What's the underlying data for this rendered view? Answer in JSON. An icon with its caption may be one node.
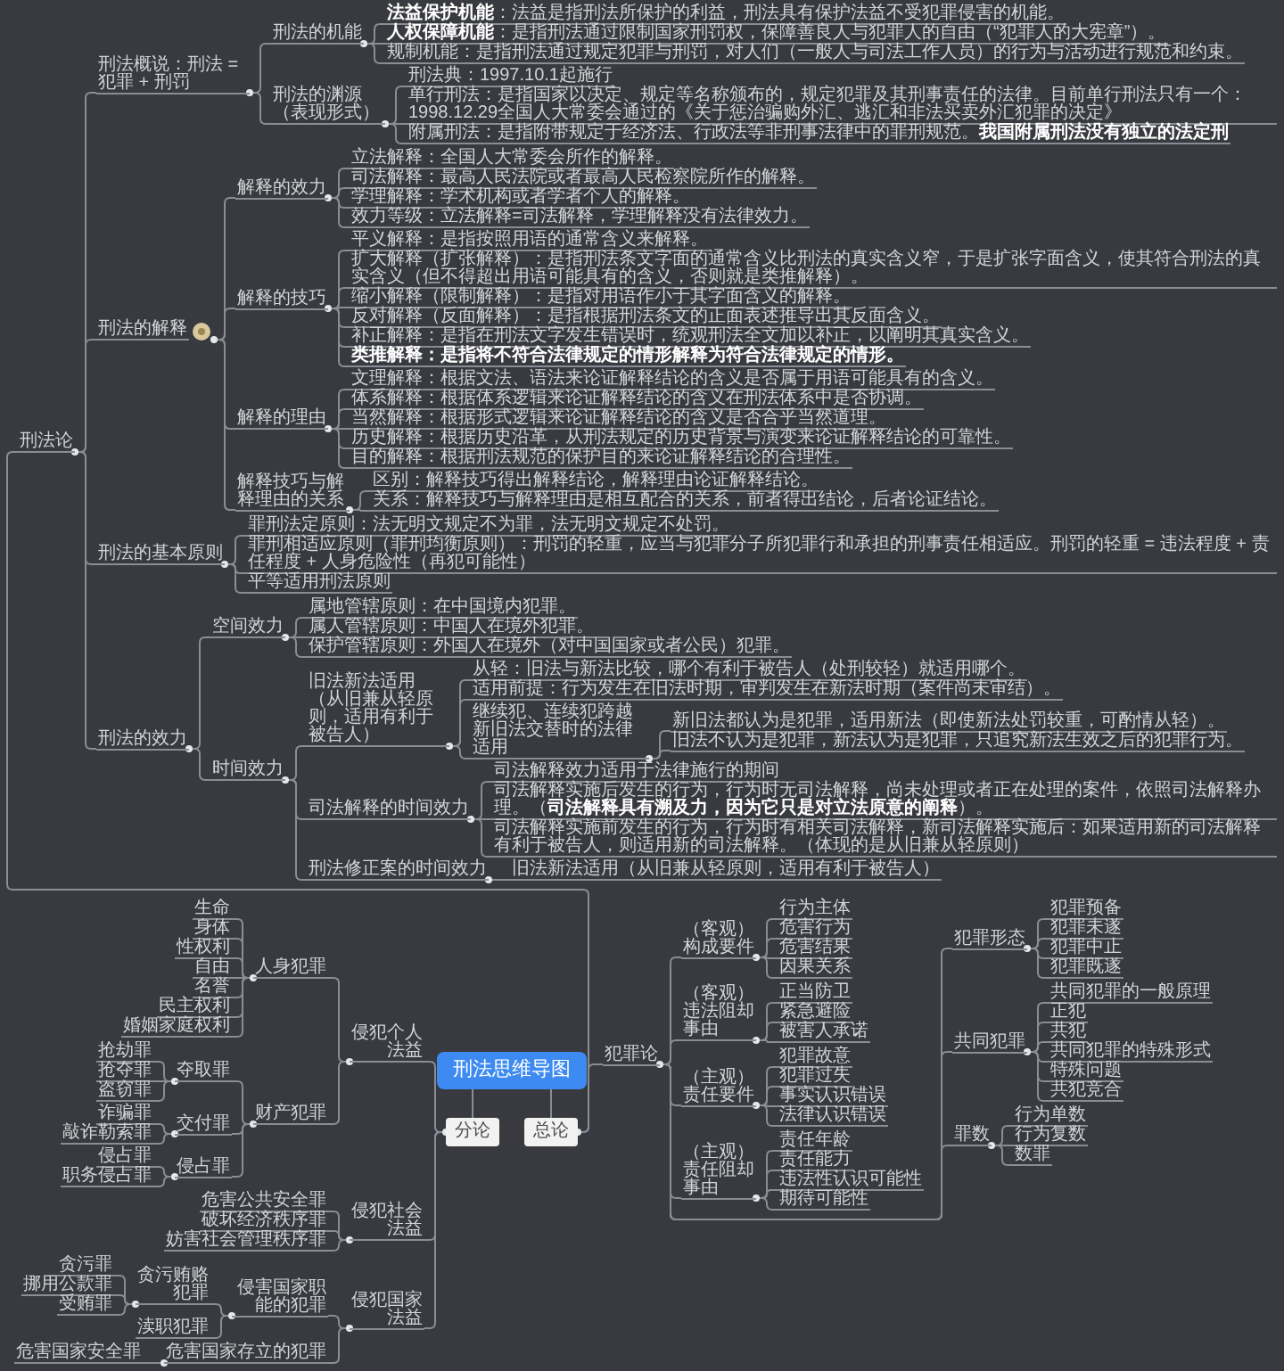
{
  "diagram": {
    "nodes": [
      {
        "text": [
          "刑法思维导图"
        ]
      },
      {
        "text": [
          "分论"
        ]
      },
      {
        "text": [
          "侵犯个人法益"
        ]
      },
      {
        "text": [
          "人身犯罪"
        ]
      },
      {
        "text": [
          "生命"
        ]
      },
      {
        "text": [
          "身体"
        ]
      },
      {
        "text": [
          "性权利"
        ]
      },
      {
        "text": [
          "自由"
        ]
      },
      {
        "text": [
          "名誉"
        ]
      },
      {
        "text": [
          "民主权利"
        ]
      },
      {
        "text": [
          "婚姻家庭权利"
        ]
      },
      {
        "text": [
          "财产犯罪"
        ]
      },
      {
        "text": [
          "夺取罪"
        ]
      },
      {
        "text": [
          "抢劫罪"
        ]
      },
      {
        "text": [
          "抢夺罪"
        ]
      },
      {
        "text": [
          "盗窃罪"
        ]
      },
      {
        "text": [
          "交付罪"
        ]
      },
      {
        "text": [
          "诈骗罪"
        ]
      },
      {
        "text": [
          "敲诈勒索罪"
        ]
      },
      {
        "text": [
          "侵占罪"
        ]
      },
      {
        "text": [
          "侵占罪"
        ]
      },
      {
        "text": [
          "职务侵占罪"
        ]
      },
      {
        "text": [
          "侵犯社会法益"
        ]
      },
      {
        "text": [
          "危害公共安全罪"
        ]
      },
      {
        "text": [
          "破坏经济秩序罪"
        ]
      },
      {
        "text": [
          "妨害社会管理秩序罪"
        ]
      },
      {
        "text": [
          "侵犯国家法益"
        ]
      },
      {
        "text": [
          "侵害国家职能的犯罪"
        ]
      },
      {
        "text": [
          "贪污贿赂犯罪"
        ]
      },
      {
        "text": [
          "贪污罪"
        ]
      },
      {
        "text": [
          "挪用公款罪"
        ]
      },
      {
        "text": [
          "受贿罪"
        ]
      },
      {
        "text": [
          "渎职犯罪"
        ]
      },
      {
        "text": [
          "危害国家存立的犯罪"
        ]
      },
      {
        "text": [
          "危害国家安全罪"
        ]
      },
      {
        "text": [
          "总论"
        ]
      },
      {
        "text": [
          "刑法论"
        ]
      },
      {
        "text": [
          "刑法概说：刑法 = 犯罪 + 刑罚"
        ]
      },
      {
        "text": [
          "刑法的机能"
        ]
      },
      {
        "text": [
          "**法益保护机能**：法益是指刑法所保护的利益，刑法具有保护法益不受犯罪侵害的机能。"
        ]
      },
      {
        "text": [
          "**人权保障机能**：是指刑法通过限制国家刑罚权，保障善良人与犯罪人的自由（“犯罪人的大宪章”）。"
        ]
      },
      {
        "text": [
          "规制机能：是指刑法通过规定犯罪与刑罚，对人们（一般人与司法工作人员）的行为与活动进行规范和约束。"
        ]
      },
      {
        "text": [
          "刑法的渊源（表现形式）"
        ]
      },
      {
        "text": [
          "刑法典：1997.10.1起施行"
        ]
      },
      {
        "text": [
          "单行刑法：是指国家以决定、规定等名称颁布的，规定犯罪及其刑事责任的法律。目前单行刑法只有一个：1998.12.29全国人大常委会通过的《关于惩治骗购外汇、逃汇和非法买卖外汇犯罪的决定》"
        ]
      },
      {
        "text": [
          "附属刑法：是指附带规定于经济法、行政法等非刑事法律中的罪刑规范。**我国附属刑法没有独立的法定刑**"
        ]
      },
      {
        "text": [
          "刑法的解释"
        ]
      },
      {
        "text": [
          "解释的效力"
        ]
      },
      {
        "text": [
          "立法解释：全国人大常委会所作的解释。"
        ]
      },
      {
        "text": [
          "司法解释：最高人民法院或者最高人民检察院所作的解释。"
        ]
      },
      {
        "text": [
          "学理解释：学术机构或者学者个人的解释。"
        ]
      },
      {
        "text": [
          "效力等级：立法解释=司法解释，学理解释没有法律效力。"
        ]
      },
      {
        "text": [
          "解释的技巧"
        ]
      },
      {
        "text": [
          "平义解释：是指按照用语的通常含义来解释。"
        ]
      },
      {
        "text": [
          "扩大解释（扩张解释）：是指刑法条文字面的通常含义比刑法的真实含义窄，于是扩张字面含义，使其符合刑法的真实含义（但不得超出用语可能具有的含义，否则就是类推解释）。"
        ]
      },
      {
        "text": [
          "缩小解释（限制解释）：是指对用语作小于其字面含义的解释。"
        ]
      },
      {
        "text": [
          "反对解释（反面解释）：是指根据刑法条文的正面表述推导出其反面含义。"
        ]
      },
      {
        "text": [
          "补正解释：是指在刑法文字发生错误时，统观刑法全文加以补正，以阐明其真实含义。"
        ]
      },
      {
        "text": [
          "类推解释：是指将不符合法律规定的情形解释为符合法律规定的情形。"
        ]
      },
      {
        "text": [
          "解释的理由"
        ]
      },
      {
        "text": [
          "文理解释：根据文法、语法来论证解释结论的含义是否属于用语可能具有的含义。"
        ]
      },
      {
        "text": [
          "体系解释：根据体系逻辑来论证解释结论的含义在刑法体系中是否协调。"
        ]
      },
      {
        "text": [
          "当然解释：根据形式逻辑来论证解释结论的含义是否合乎当然道理。"
        ]
      },
      {
        "text": [
          "历史解释：根据历史沿革，从刑法规定的历史背景与演变来论证解释结论的可靠性。"
        ]
      },
      {
        "text": [
          "目的解释：根据刑法规范的保护目的来论证解释结论的合理性。"
        ]
      },
      {
        "text": [
          "解释技巧与解释理由的关系"
        ]
      },
      {
        "text": [
          "区别：解释技巧得出解释结论，解释理由论证解释结论。"
        ]
      },
      {
        "text": [
          "关系：解释技巧与解释理由是相互配合的关系，前者得出结论，后者论证结论。"
        ]
      },
      {
        "text": [
          "刑法的基本原则"
        ]
      },
      {
        "text": [
          "罪刑法定原则：法无明文规定不为罪，法无明文规定不处罚。"
        ]
      },
      {
        "text": [
          "罪刑相适应原则（罪刑均衡原则）：刑罚的轻重，应当与犯罪分子所犯罪行和承担的刑事责任相适应。刑罚的轻重 = 违法程度 + 责任程度 + 人身危险性（再犯可能性）"
        ]
      },
      {
        "text": [
          "平等适用刑法原则"
        ]
      },
      {
        "text": [
          "刑法的效力"
        ]
      },
      {
        "text": [
          "空间效力"
        ]
      },
      {
        "text": [
          "属地管辖原则：在中国境内犯罪。"
        ]
      },
      {
        "text": [
          "属人管辖原则：中国人在境外犯罪。"
        ]
      },
      {
        "text": [
          "保护管辖原则：外国人在境外（对中国国家或者公民）犯罪。"
        ]
      },
      {
        "text": [
          "时间效力"
        ]
      },
      {
        "text": [
          "旧法新法适用（从旧兼从轻原则，适用有利于被告人）"
        ]
      },
      {
        "text": [
          "从轻：旧法与新法比较，哪个有利于被告人（处刑较轻）就适用哪个。"
        ]
      },
      {
        "text": [
          "适用前提：行为发生在旧法时期，审判发生在新法时期（案件尚未审结）。"
        ]
      },
      {
        "text": [
          "继续犯、连续犯跨越新旧法交替时的法律适用"
        ]
      },
      {
        "text": [
          "新旧法都认为是犯罪，适用新法（即使新法处罚较重，可酌情从轻）。"
        ]
      },
      {
        "text": [
          "旧法不认为是犯罪，新法认为是犯罪，只追究新法生效之后的犯罪行为。"
        ]
      },
      {
        "text": [
          "司法解释的时间效力"
        ]
      },
      {
        "text": [
          "司法解释效力适用于法律施行的期间"
        ]
      },
      {
        "text": [
          "司法解释实施后发生的行为，行为时无司法解释，尚未处理或者正在处理的案件，依照司法解释办理。（**司法解释具有溯及力，因为它只是对立法原意的阐释**）。"
        ]
      },
      {
        "text": [
          "司法解释实施前发生的行为，行为时有相关司法解释，新司法解释实施后：如果适用新的司法解释有利于被告人，则适用新的司法解释。（体现的是从旧兼从轻原则）"
        ]
      },
      {
        "text": [
          "刑法修正案的时间效力"
        ]
      },
      {
        "text": [
          "旧法新法适用（从旧兼从轻原则，适用有利于被告人）"
        ]
      },
      {
        "text": [
          "犯罪论"
        ]
      },
      {
        "text": [
          "（客观）构成要件"
        ]
      },
      {
        "text": [
          "行为主体"
        ]
      },
      {
        "text": [
          "危害行为"
        ]
      },
      {
        "text": [
          "危害结果"
        ]
      },
      {
        "text": [
          "因果关系"
        ]
      },
      {
        "text": [
          "（客观）违法阻却事由"
        ]
      },
      {
        "text": [
          "正当防卫"
        ]
      },
      {
        "text": [
          "紧急避险"
        ]
      },
      {
        "text": [
          "被害人承诺"
        ]
      },
      {
        "text": [
          "（主观）责任要件"
        ]
      },
      {
        "text": [
          "犯罪故意"
        ]
      },
      {
        "text": [
          "犯罪过失"
        ]
      },
      {
        "text": [
          "事实认识错误"
        ]
      },
      {
        "text": [
          "法律认识错误"
        ]
      },
      {
        "text": [
          "（主观）责任阻却事由"
        ]
      },
      {
        "text": [
          "责任年龄"
        ]
      },
      {
        "text": [
          "责任能力"
        ]
      },
      {
        "text": [
          "违法性认识可能性"
        ]
      },
      {
        "text": [
          "期待可能性"
        ]
      },
      {
        "text": [
          "犯罪形态"
        ]
      },
      {
        "text": [
          "犯罪预备"
        ]
      },
      {
        "text": [
          "犯罪未遂"
        ]
      },
      {
        "text": [
          "犯罪中止"
        ]
      },
      {
        "text": [
          "犯罪既遂"
        ]
      },
      {
        "text": [
          "共同犯罪"
        ]
      },
      {
        "text": [
          "共同犯罪的一般原理"
        ]
      },
      {
        "text": [
          "正犯"
        ]
      },
      {
        "text": [
          "共犯"
        ]
      },
      {
        "text": [
          "共同犯罪的特殊形式"
        ]
      },
      {
        "text": [
          "特殊问题"
        ]
      },
      {
        "text": [
          "共犯竞合"
        ]
      },
      {
        "text": [
          "罪数"
        ]
      },
      {
        "text": [
          "行为单数"
        ]
      },
      {
        "text": [
          "行为复数"
        ]
      },
      {
        "text": [
          "数罪"
        ]
      }
    ],
    "edges": [
      {
        "from": 0,
        "to": 1,
        "arrow": "none"
      },
      {
        "from": 1,
        "to": 2,
        "arrow": "none"
      },
      {
        "from": 2,
        "to": 3,
        "arrow": "none"
      },
      {
        "from": 3,
        "to": 4,
        "arrow": "none"
      },
      {
        "from": 3,
        "to": 5,
        "arrow": "none"
      },
      {
        "from": 3,
        "to": 6,
        "arrow": "none"
      },
      {
        "from": 3,
        "to": 7,
        "arrow": "none"
      },
      {
        "from": 3,
        "to": 8,
        "arrow": "none"
      },
      {
        "from": 3,
        "to": 9,
        "arrow": "none"
      },
      {
        "from": 3,
        "to": 10,
        "arrow": "none"
      },
      {
        "from": 2,
        "to": 11,
        "arrow": "none"
      },
      {
        "from": 11,
        "to": 12,
        "arrow": "none"
      },
      {
        "from": 12,
        "to": 13,
        "arrow": "none"
      },
      {
        "from": 12,
        "to": 14,
        "arrow": "none"
      },
      {
        "from": 12,
        "to": 15,
        "arrow": "none"
      },
      {
        "from": 11,
        "to": 16,
        "arrow": "none"
      },
      {
        "from": 16,
        "to": 17,
        "arrow": "none"
      },
      {
        "from": 16,
        "to": 18,
        "arrow": "none"
      },
      {
        "from": 11,
        "to": 19,
        "arrow": "none"
      },
      {
        "from": 19,
        "to": 20,
        "arrow": "none"
      },
      {
        "from": 19,
        "to": 21,
        "arrow": "none"
      },
      {
        "from": 1,
        "to": 22,
        "arrow": "none"
      },
      {
        "from": 22,
        "to": 23,
        "arrow": "none"
      },
      {
        "from": 22,
        "to": 24,
        "arrow": "none"
      },
      {
        "from": 22,
        "to": 25,
        "arrow": "none"
      },
      {
        "from": 1,
        "to": 26,
        "arrow": "none"
      },
      {
        "from": 26,
        "to": 27,
        "arrow": "none"
      },
      {
        "from": 27,
        "to": 28,
        "arrow": "none"
      },
      {
        "from": 28,
        "to": 29,
        "arrow": "none"
      },
      {
        "from": 28,
        "to": 30,
        "arrow": "none"
      },
      {
        "from": 28,
        "to": 31,
        "arrow": "none"
      },
      {
        "from": 27,
        "to": 32,
        "arrow": "none"
      },
      {
        "from": 26,
        "to": 33,
        "arrow": "none"
      },
      {
        "from": 33,
        "to": 34,
        "arrow": "none"
      },
      {
        "from": 0,
        "to": 35,
        "arrow": "none"
      },
      {
        "from": 35,
        "to": 36,
        "arrow": "none"
      },
      {
        "from": 36,
        "to": 37,
        "arrow": "none"
      },
      {
        "from": 37,
        "to": 38,
        "arrow": "none"
      },
      {
        "from": 38,
        "to": 39,
        "arrow": "none"
      },
      {
        "from": 38,
        "to": 40,
        "arrow": "none"
      },
      {
        "from": 38,
        "to": 41,
        "arrow": "none"
      },
      {
        "from": 37,
        "to": 42,
        "arrow": "none"
      },
      {
        "from": 42,
        "to": 43,
        "arrow": "none"
      },
      {
        "from": 42,
        "to": 44,
        "arrow": "none"
      },
      {
        "from": 42,
        "to": 45,
        "arrow": "none"
      },
      {
        "from": 36,
        "to": 46,
        "arrow": "none"
      },
      {
        "from": 46,
        "to": 47,
        "arrow": "none"
      },
      {
        "from": 47,
        "to": 48,
        "arrow": "none"
      },
      {
        "from": 47,
        "to": 49,
        "arrow": "none"
      },
      {
        "from": 47,
        "to": 50,
        "arrow": "none"
      },
      {
        "from": 47,
        "to": 51,
        "arrow": "none"
      },
      {
        "from": 46,
        "to": 52,
        "arrow": "none"
      },
      {
        "from": 52,
        "to": 53,
        "arrow": "none"
      },
      {
        "from": 52,
        "to": 54,
        "arrow": "none"
      },
      {
        "from": 52,
        "to": 55,
        "arrow": "none"
      },
      {
        "from": 52,
        "to": 56,
        "arrow": "none"
      },
      {
        "from": 52,
        "to": 57,
        "arrow": "none"
      },
      {
        "from": 52,
        "to": 58,
        "arrow": "none"
      },
      {
        "from": 46,
        "to": 59,
        "arrow": "none"
      },
      {
        "from": 59,
        "to": 60,
        "arrow": "none"
      },
      {
        "from": 59,
        "to": 61,
        "arrow": "none"
      },
      {
        "from": 59,
        "to": 62,
        "arrow": "none"
      },
      {
        "from": 59,
        "to": 63,
        "arrow": "none"
      },
      {
        "from": 59,
        "to": 64,
        "arrow": "none"
      },
      {
        "from": 46,
        "to": 65,
        "arrow": "none"
      },
      {
        "from": 65,
        "to": 66,
        "arrow": "none"
      },
      {
        "from": 65,
        "to": 67,
        "arrow": "none"
      },
      {
        "from": 36,
        "to": 68,
        "arrow": "none"
      },
      {
        "from": 68,
        "to": 69,
        "arrow": "none"
      },
      {
        "from": 68,
        "to": 70,
        "arrow": "none"
      },
      {
        "from": 68,
        "to": 71,
        "arrow": "none"
      },
      {
        "from": 36,
        "to": 72,
        "arrow": "none"
      },
      {
        "from": 72,
        "to": 73,
        "arrow": "none"
      },
      {
        "from": 73,
        "to": 74,
        "arrow": "none"
      },
      {
        "from": 73,
        "to": 75,
        "arrow": "none"
      },
      {
        "from": 73,
        "to": 76,
        "arrow": "none"
      },
      {
        "from": 72,
        "to": 77,
        "arrow": "none"
      },
      {
        "from": 77,
        "to": 78,
        "arrow": "none"
      },
      {
        "from": 78,
        "to": 79,
        "arrow": "none"
      },
      {
        "from": 78,
        "to": 80,
        "arrow": "none"
      },
      {
        "from": 78,
        "to": 81,
        "arrow": "none"
      },
      {
        "from": 81,
        "to": 82,
        "arrow": "none"
      },
      {
        "from": 81,
        "to": 83,
        "arrow": "none"
      },
      {
        "from": 77,
        "to": 84,
        "arrow": "none"
      },
      {
        "from": 84,
        "to": 85,
        "arrow": "none"
      },
      {
        "from": 84,
        "to": 86,
        "arrow": "none"
      },
      {
        "from": 84,
        "to": 87,
        "arrow": "none"
      },
      {
        "from": 77,
        "to": 88,
        "arrow": "none"
      },
      {
        "from": 88,
        "to": 89,
        "arrow": "none"
      },
      {
        "from": 35,
        "to": 90,
        "arrow": "none"
      },
      {
        "from": 90,
        "to": 91,
        "arrow": "none"
      },
      {
        "from": 91,
        "to": 92,
        "arrow": "none"
      },
      {
        "from": 91,
        "to": 93,
        "arrow": "none"
      },
      {
        "from": 91,
        "to": 94,
        "arrow": "none"
      },
      {
        "from": 91,
        "to": 95,
        "arrow": "none"
      },
      {
        "from": 90,
        "to": 96,
        "arrow": "none"
      },
      {
        "from": 96,
        "to": 97,
        "arrow": "none"
      },
      {
        "from": 96,
        "to": 98,
        "arrow": "none"
      },
      {
        "from": 96,
        "to": 99,
        "arrow": "none"
      },
      {
        "from": 90,
        "to": 100,
        "arrow": "none"
      },
      {
        "from": 100,
        "to": 101,
        "arrow": "none"
      },
      {
        "from": 100,
        "to": 102,
        "arrow": "none"
      },
      {
        "from": 100,
        "to": 103,
        "arrow": "none"
      },
      {
        "from": 100,
        "to": 104,
        "arrow": "none"
      },
      {
        "from": 90,
        "to": 105,
        "arrow": "none"
      },
      {
        "from": 105,
        "to": 106,
        "arrow": "none"
      },
      {
        "from": 105,
        "to": 107,
        "arrow": "none"
      },
      {
        "from": 105,
        "to": 108,
        "arrow": "none"
      },
      {
        "from": 105,
        "to": 109,
        "arrow": "none"
      },
      {
        "from": 90,
        "to": 110,
        "arrow": "none"
      },
      {
        "from": 110,
        "to": 111,
        "arrow": "none"
      },
      {
        "from": 110,
        "to": 112,
        "arrow": "none"
      },
      {
        "from": 110,
        "to": 113,
        "arrow": "none"
      },
      {
        "from": 110,
        "to": 114,
        "arrow": "none"
      },
      {
        "from": 90,
        "to": 115,
        "arrow": "none"
      },
      {
        "from": 115,
        "to": 116,
        "arrow": "none"
      },
      {
        "from": 115,
        "to": 117,
        "arrow": "none"
      },
      {
        "from": 115,
        "to": 118,
        "arrow": "none"
      },
      {
        "from": 115,
        "to": 119,
        "arrow": "none"
      },
      {
        "from": 115,
        "to": 120,
        "arrow": "none"
      },
      {
        "from": 115,
        "to": 121,
        "arrow": "none"
      },
      {
        "from": 90,
        "to": 122,
        "arrow": "none"
      },
      {
        "from": 122,
        "to": 123,
        "arrow": "none"
      },
      {
        "from": 122,
        "to": 124,
        "arrow": "none"
      },
      {
        "from": 122,
        "to": 125,
        "arrow": "none"
      }
    ]
  }
}
